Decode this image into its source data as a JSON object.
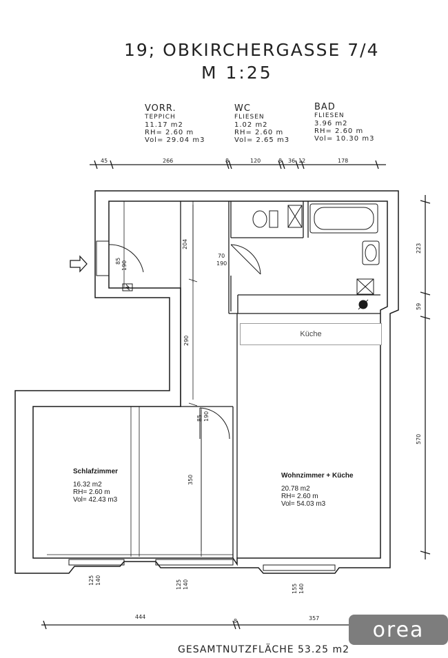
{
  "header": {
    "title": "19; OBKIRCHERGASSE 7/4",
    "scale": "M 1:25"
  },
  "room_headers": [
    {
      "name": "VORR.",
      "floor": "TEPPICH",
      "area": "11.17 m2",
      "height": "RH= 2.60 m",
      "volume": "Vol= 29.04 m3"
    },
    {
      "name": "WC",
      "floor": "FLIESEN",
      "area": "1.02 m2",
      "height": "RH= 2.60 m",
      "volume": "Vol= 2.65 m3"
    },
    {
      "name": "BAD",
      "floor": "FLIESEN",
      "area": "3.96 m2",
      "height": "RH= 2.60 m",
      "volume": "Vol= 10.30 m3"
    }
  ],
  "rooms": {
    "schlafzimmer": {
      "name": "Schlafzimmer",
      "area": "16.32 m2",
      "height": "RH= 2.60 m",
      "volume": "Vol= 42.43 m3"
    },
    "wohnzimmer": {
      "name": "Wohnzimmer + Küche",
      "area": "20.78 m2",
      "height": "RH= 2.60 m",
      "volume": "Vol= 54.03 m3"
    },
    "kueche_label": "Küche"
  },
  "dimensions": {
    "top": [
      "45",
      "266",
      "8",
      "120",
      "8",
      "36",
      "12",
      "178"
    ],
    "bottom": [
      "444",
      "8",
      "357"
    ],
    "right": [
      "223",
      "59",
      "570"
    ],
    "interior": [
      "204",
      "290",
      "350",
      "70",
      "190",
      "85",
      "190",
      "85",
      "190"
    ],
    "windows": [
      "125",
      "140",
      "125",
      "140",
      "155",
      "140"
    ]
  },
  "footer": {
    "total_area": "GESAMTNUTZFLÄCHE 53.25 m2"
  },
  "logo": {
    "text": "orea"
  },
  "colors": {
    "line": "#1a1a1a",
    "logo_bg": "#7d7d7d",
    "kueche_border": "#9a9a9a"
  }
}
